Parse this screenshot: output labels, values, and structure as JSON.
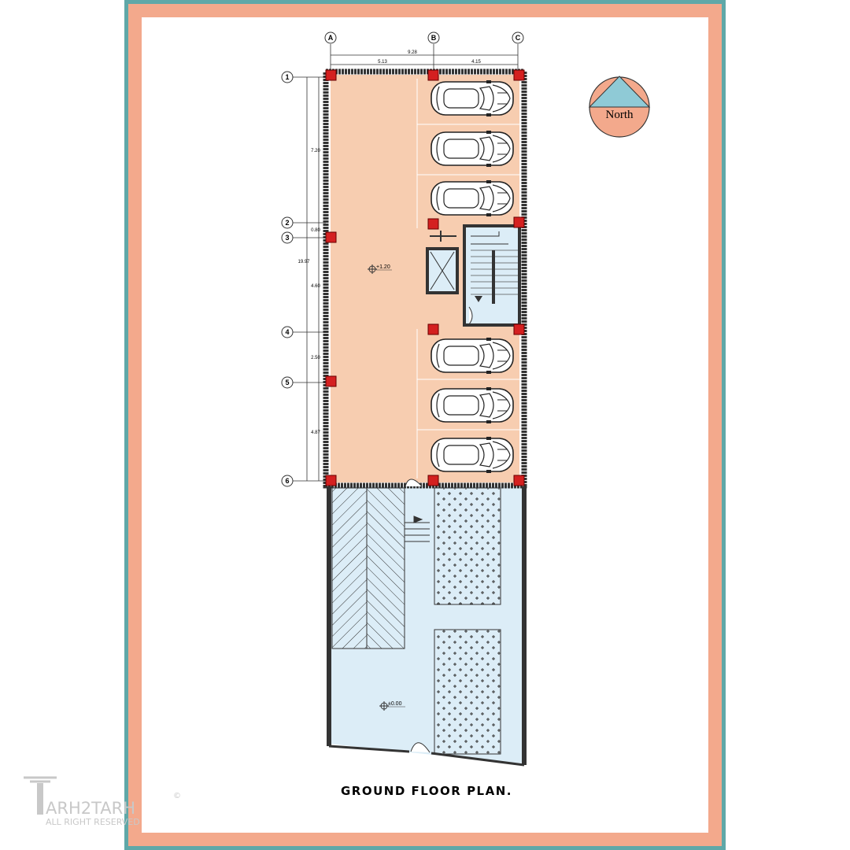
{
  "title": "GROUND FLOOR  PLAN.",
  "north_label": "North",
  "watermark": {
    "brand": "ARH2TARH",
    "rights": "ALL RIGHT RESERVED",
    "symbol": "©"
  },
  "grid_columns": [
    "A",
    "B",
    "C"
  ],
  "grid_rows": [
    "1",
    "2",
    "3",
    "4",
    "5",
    "6"
  ],
  "dimensions": {
    "overall_width": "9.28",
    "bay_ab": "5.13",
    "bay_bc": "4.15",
    "overall_length": "19.97",
    "row_1_2": "7.20",
    "row_2_3": "0.80",
    "row_3_4": "4.60",
    "row_4_5": "2.50",
    "row_5_6": "4.87"
  },
  "levels": {
    "parking": "+1.20",
    "ground": "±0.00"
  },
  "colors": {
    "frame_outer": "#5fa8a8",
    "frame_band": "#f3a98c",
    "parking_fill": "#f7cdb0",
    "yard_fill": "#dcedf7",
    "north_fill": "#f3a98c",
    "north_arrow": "#8fcad6",
    "column": "#d42020"
  },
  "parking_spaces": 6
}
